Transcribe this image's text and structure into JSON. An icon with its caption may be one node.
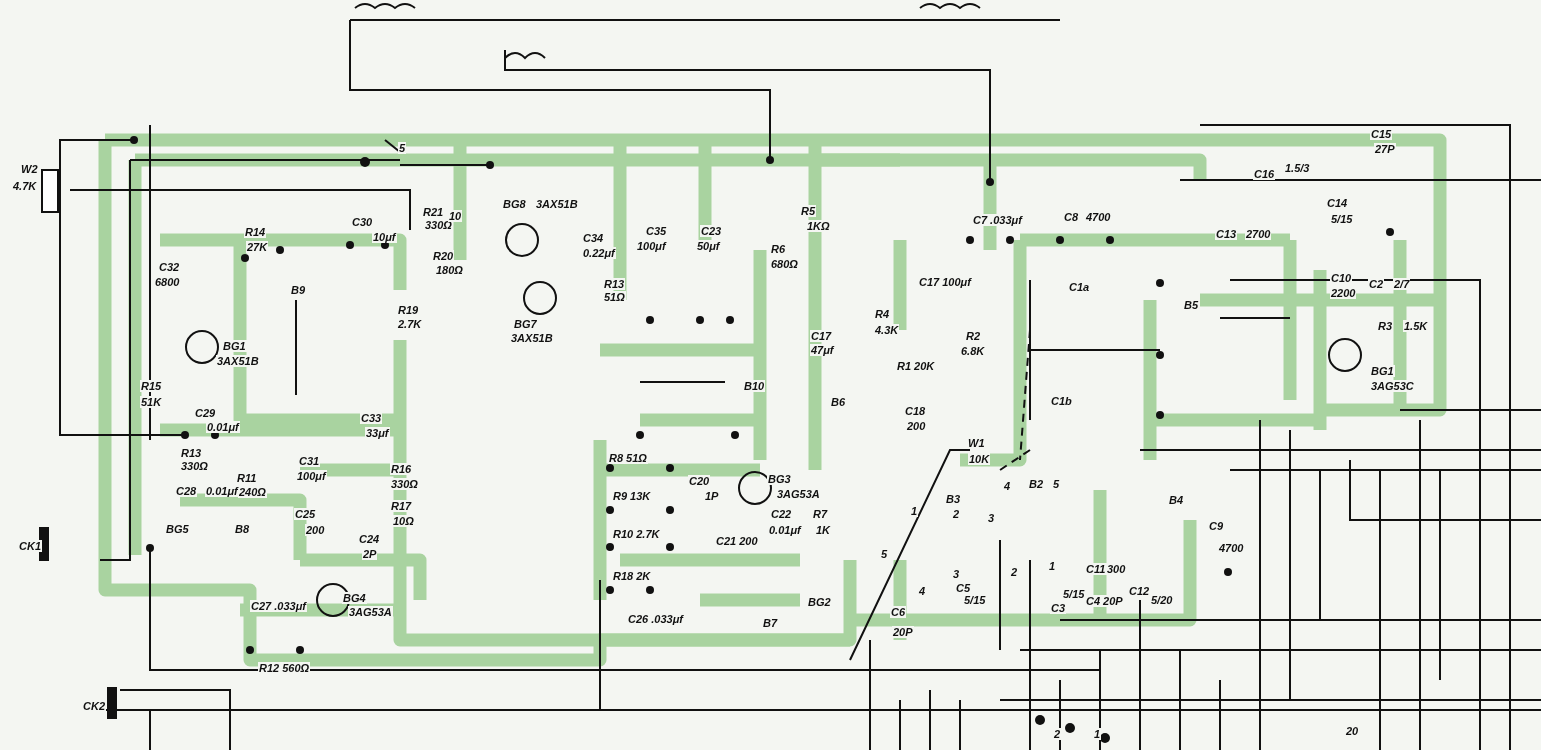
{
  "diagram": {
    "labels": [
      "5",
      "W2",
      "4.7K",
      "C15",
      "27P",
      "C16",
      "1.5/3",
      "BG8",
      "3AX51B",
      "R21",
      "330Ω",
      "10",
      "C30",
      "10μf",
      "R5",
      "1KΩ",
      "C7 .033μf",
      "C8",
      "4700",
      "C14",
      "5/15",
      "R14",
      "27K",
      "C32",
      "6800",
      "C34",
      "0.22μf",
      "C35",
      "100μf",
      "C23",
      "50μf",
      "R6",
      "680Ω",
      "C13",
      "2700",
      "R20",
      "180Ω",
      "R13",
      "51Ω",
      "BG7",
      "3AX51B",
      "C17 100μf",
      "C1a",
      "C10",
      "2200",
      "C2",
      "2/7",
      "B9",
      "R19",
      "2.7K",
      "R4",
      "4.3K",
      "R2",
      "6.8K",
      "B5",
      "R3",
      "1.5K",
      "C17",
      "47μf",
      "BG1",
      "3AX51B",
      "R15",
      "R1 20K",
      "B10",
      "BG1",
      "3AG53C",
      "51K",
      "C1b",
      "C29",
      "0.01μf",
      "C33",
      "33μf",
      "B6",
      "C18",
      "200",
      "W1",
      "10K",
      "R13",
      "330Ω",
      "R11",
      "240Ω",
      "C31",
      "100μf",
      "R16",
      "330Ω",
      "R8 51Ω",
      "C28",
      "0.01μf",
      "C20",
      "1P",
      "BG3",
      "3AG53A",
      "R17",
      "10Ω",
      "R9 13K",
      "B3",
      "1",
      "2",
      "4",
      "B2",
      "5",
      "B4",
      "C25",
      "200",
      "C22",
      "0.01μf",
      "R7",
      "1K",
      "R10 2.7K",
      "C24",
      "2P",
      "BG5",
      "B8",
      "C9",
      "4700",
      "C21 200",
      "3",
      "3",
      "2",
      "1",
      "5",
      "C11",
      "300",
      "R18 2K",
      "4",
      "BG4",
      "3AG53A",
      "C27 .033μf",
      "BG2",
      "C26 .033μf",
      "B7",
      "C6",
      "20P",
      "C5",
      "5/15",
      "C3",
      "5/15",
      "C4 20P",
      "C12",
      "5/20",
      "R12 560Ω",
      "CK1",
      "CK2",
      "2",
      "1",
      "20"
    ]
  }
}
